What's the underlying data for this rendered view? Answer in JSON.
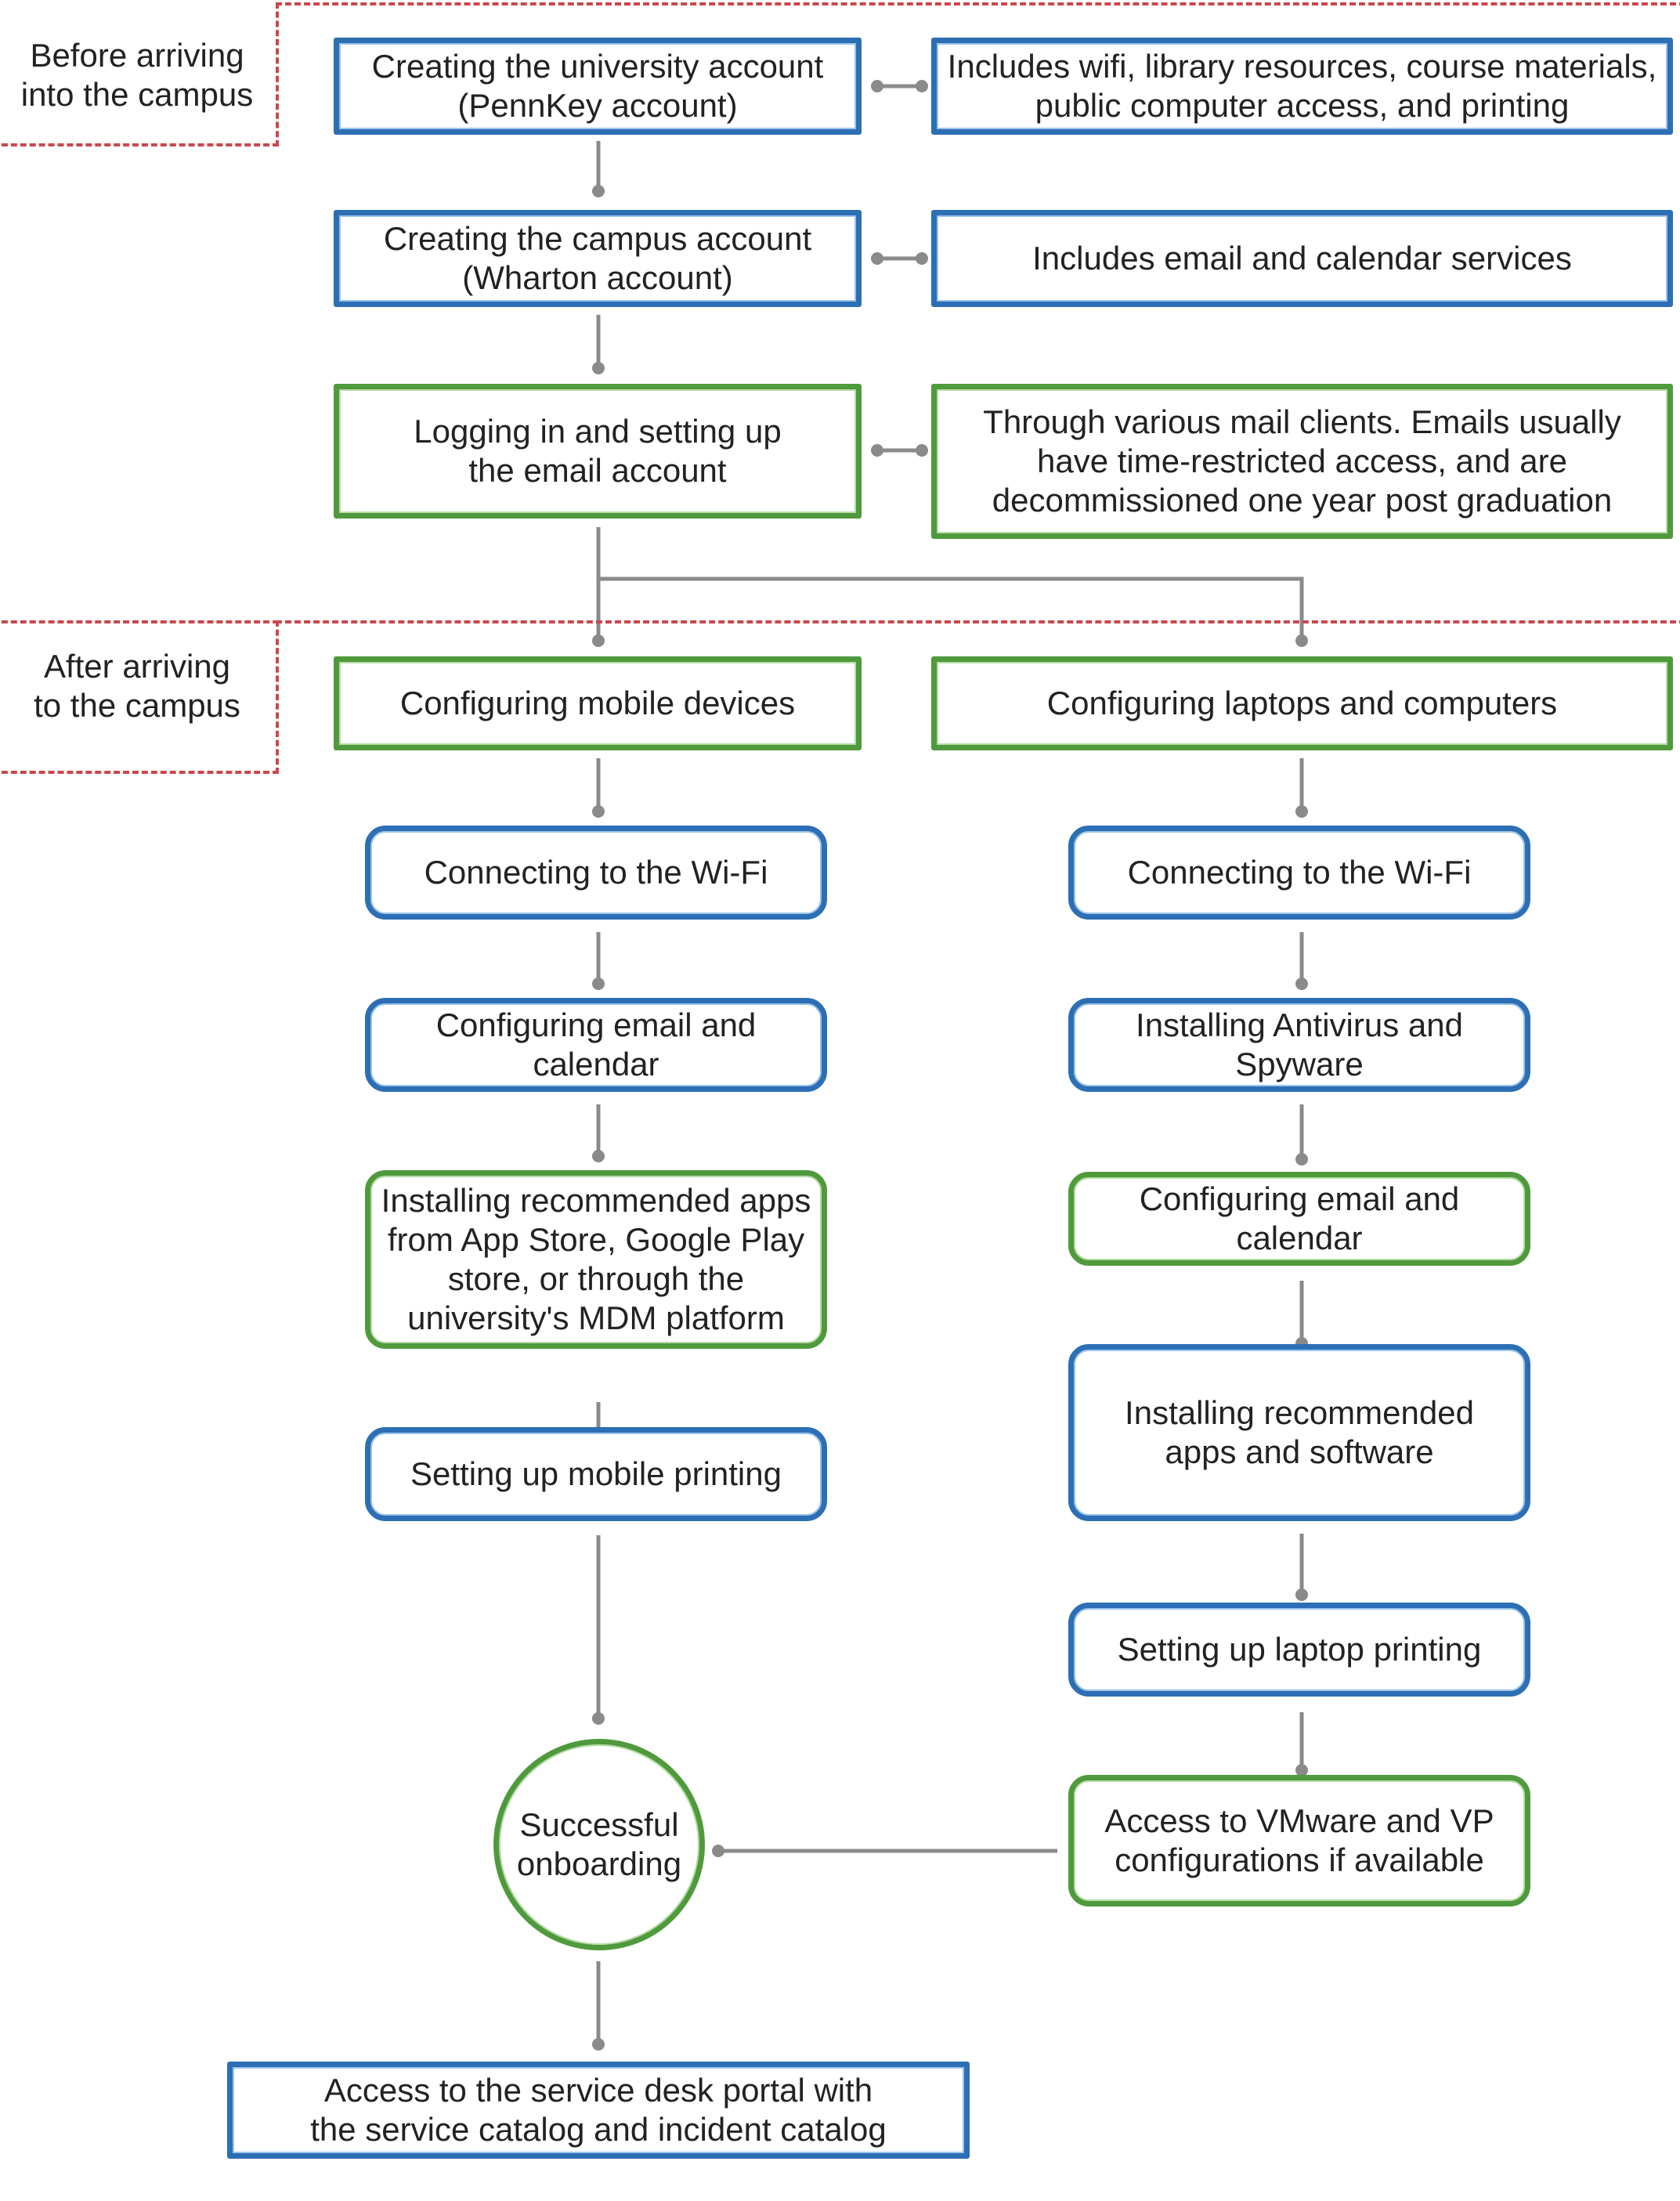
{
  "zones": {
    "before": "Before arriving\ninto the campus",
    "after": "After arriving\nto the campus"
  },
  "colors": {
    "blue": "#2c6fb4",
    "green": "#4f9a3c",
    "connector": "#8a8a8a",
    "dashed": "#c8484e"
  },
  "top": {
    "university_account": "Creating the university account\n(PennKey account)",
    "university_account_note": "Includes wifi, library resources, course materials,\npublic computer access, and printing",
    "campus_account": "Creating the campus account\n(Wharton account)",
    "campus_account_note": "Includes email and calendar services",
    "email_setup": "Logging in and setting up\nthe email account",
    "email_setup_note": "Through various mail clients.  Emails usually\nhave time-restricted access, and are\ndecommissioned one year post graduation"
  },
  "mobile": {
    "title": "Configuring mobile devices",
    "steps": [
      "Connecting to the Wi-Fi",
      "Configuring email and calendar",
      "Installing recommended apps\nfrom App Store, Google Play\nstore, or through the\nuniversity's MDM platform",
      "Setting up mobile printing"
    ]
  },
  "laptop": {
    "title": "Configuring laptops and computers",
    "steps": [
      "Connecting to the Wi-Fi",
      "Installing Antivirus and Spyware",
      "Configuring email and calendar",
      "Installing recommended\napps and software",
      "Setting up laptop printing",
      "Access to VMware and VP\nconfigurations if available"
    ]
  },
  "outcome": "Successful\nonboarding",
  "final": "Access to the service desk portal with\nthe service catalog and incident catalog"
}
